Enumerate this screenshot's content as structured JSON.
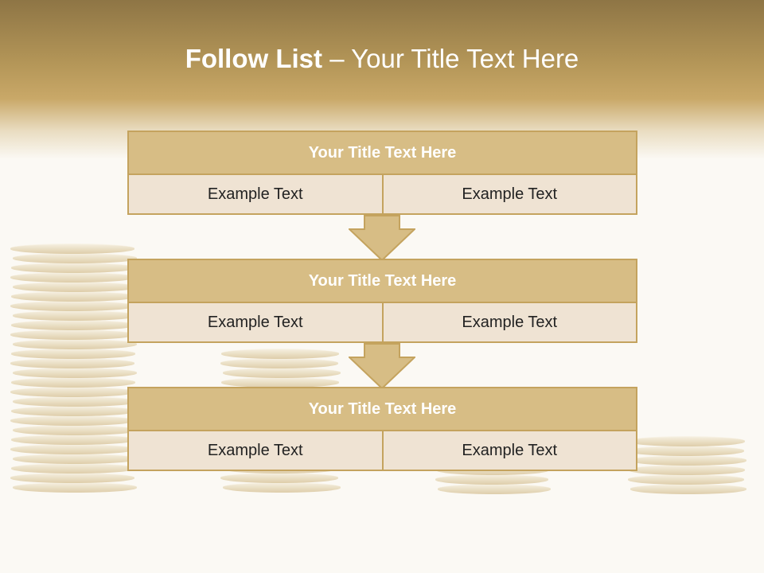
{
  "title": {
    "bold": "Follow List",
    "rest": "  – Your Title Text Here"
  },
  "blocks": [
    {
      "title": "Your Title Text Here",
      "cells": [
        "Example Text",
        "Example Text"
      ]
    },
    {
      "title": "Your Title Text Here",
      "cells": [
        "Example Text",
        "Example Text"
      ]
    },
    {
      "title": "Your Title Text Here",
      "cells": [
        "Example Text",
        "Example Text"
      ]
    }
  ],
  "colors": {
    "accent": "#c4a35e",
    "title_fill": "#d7bd85",
    "cell_fill": "#efe3d3",
    "header": "#b49658"
  },
  "background_image": "coin-stacks"
}
